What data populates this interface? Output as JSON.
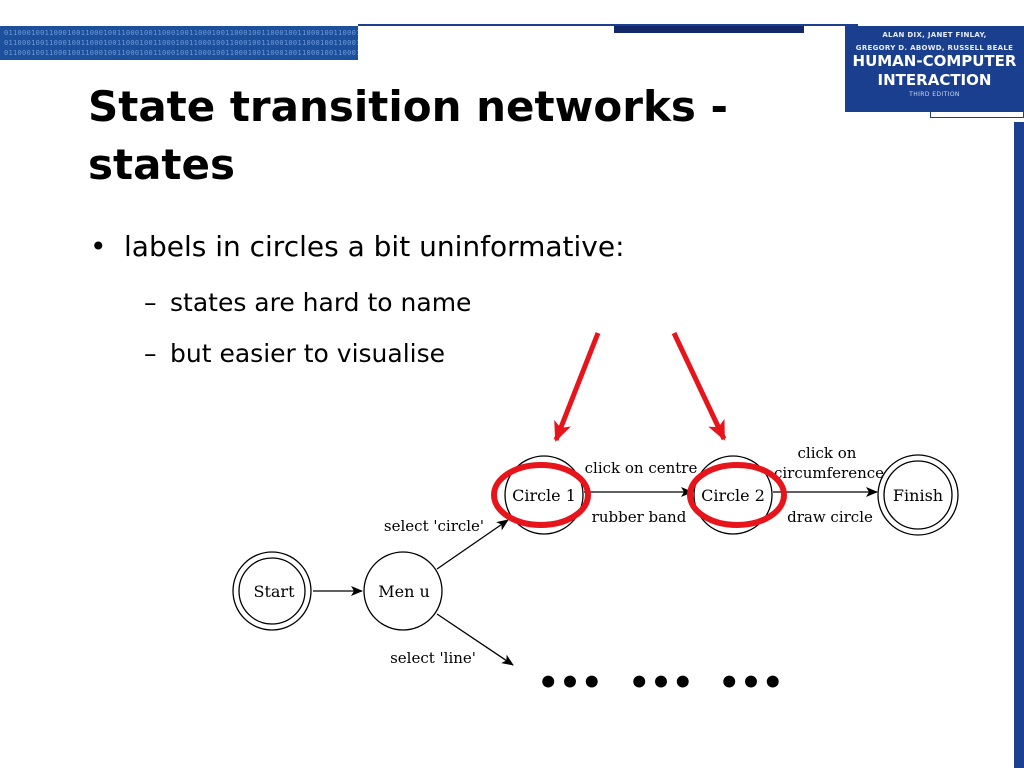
{
  "header": {
    "binary_pattern": "01100010011000100110001001100010011000100110001001100010011000100110001001100010011000100110",
    "book_authors_line1": "ALAN DIX, JANET FINLAY,",
    "book_authors_line2": "GREGORY D. ABOWD, RUSSELL BEALE",
    "book_title_line1": "HUMAN-COMPUTER",
    "book_title_line2": "INTERACTION",
    "book_edition": "THIRD EDITION",
    "accent_color": "#1c3f8f"
  },
  "slide": {
    "title": "State transition networks - states",
    "bullet": "labels in circles a bit uninformative:",
    "sub_bullets": [
      "states are hard  to name",
      "but easier to visualise"
    ]
  },
  "diagram": {
    "states": {
      "start": "Start",
      "menu": "Men u",
      "circle1": "Circle 1",
      "circle2": "Circle 2",
      "finish": "Finish"
    },
    "transitions": {
      "select_circle": "select 'circle'",
      "select_line": "select 'line'",
      "click_centre": "click on centre",
      "rubber_band": "rubber band",
      "click_on": "click on",
      "circumference": "circumference",
      "draw_circle": "draw circle"
    },
    "ellipses": [
      "•••",
      "•••",
      "•••"
    ],
    "highlight_color": "#e8141b"
  }
}
